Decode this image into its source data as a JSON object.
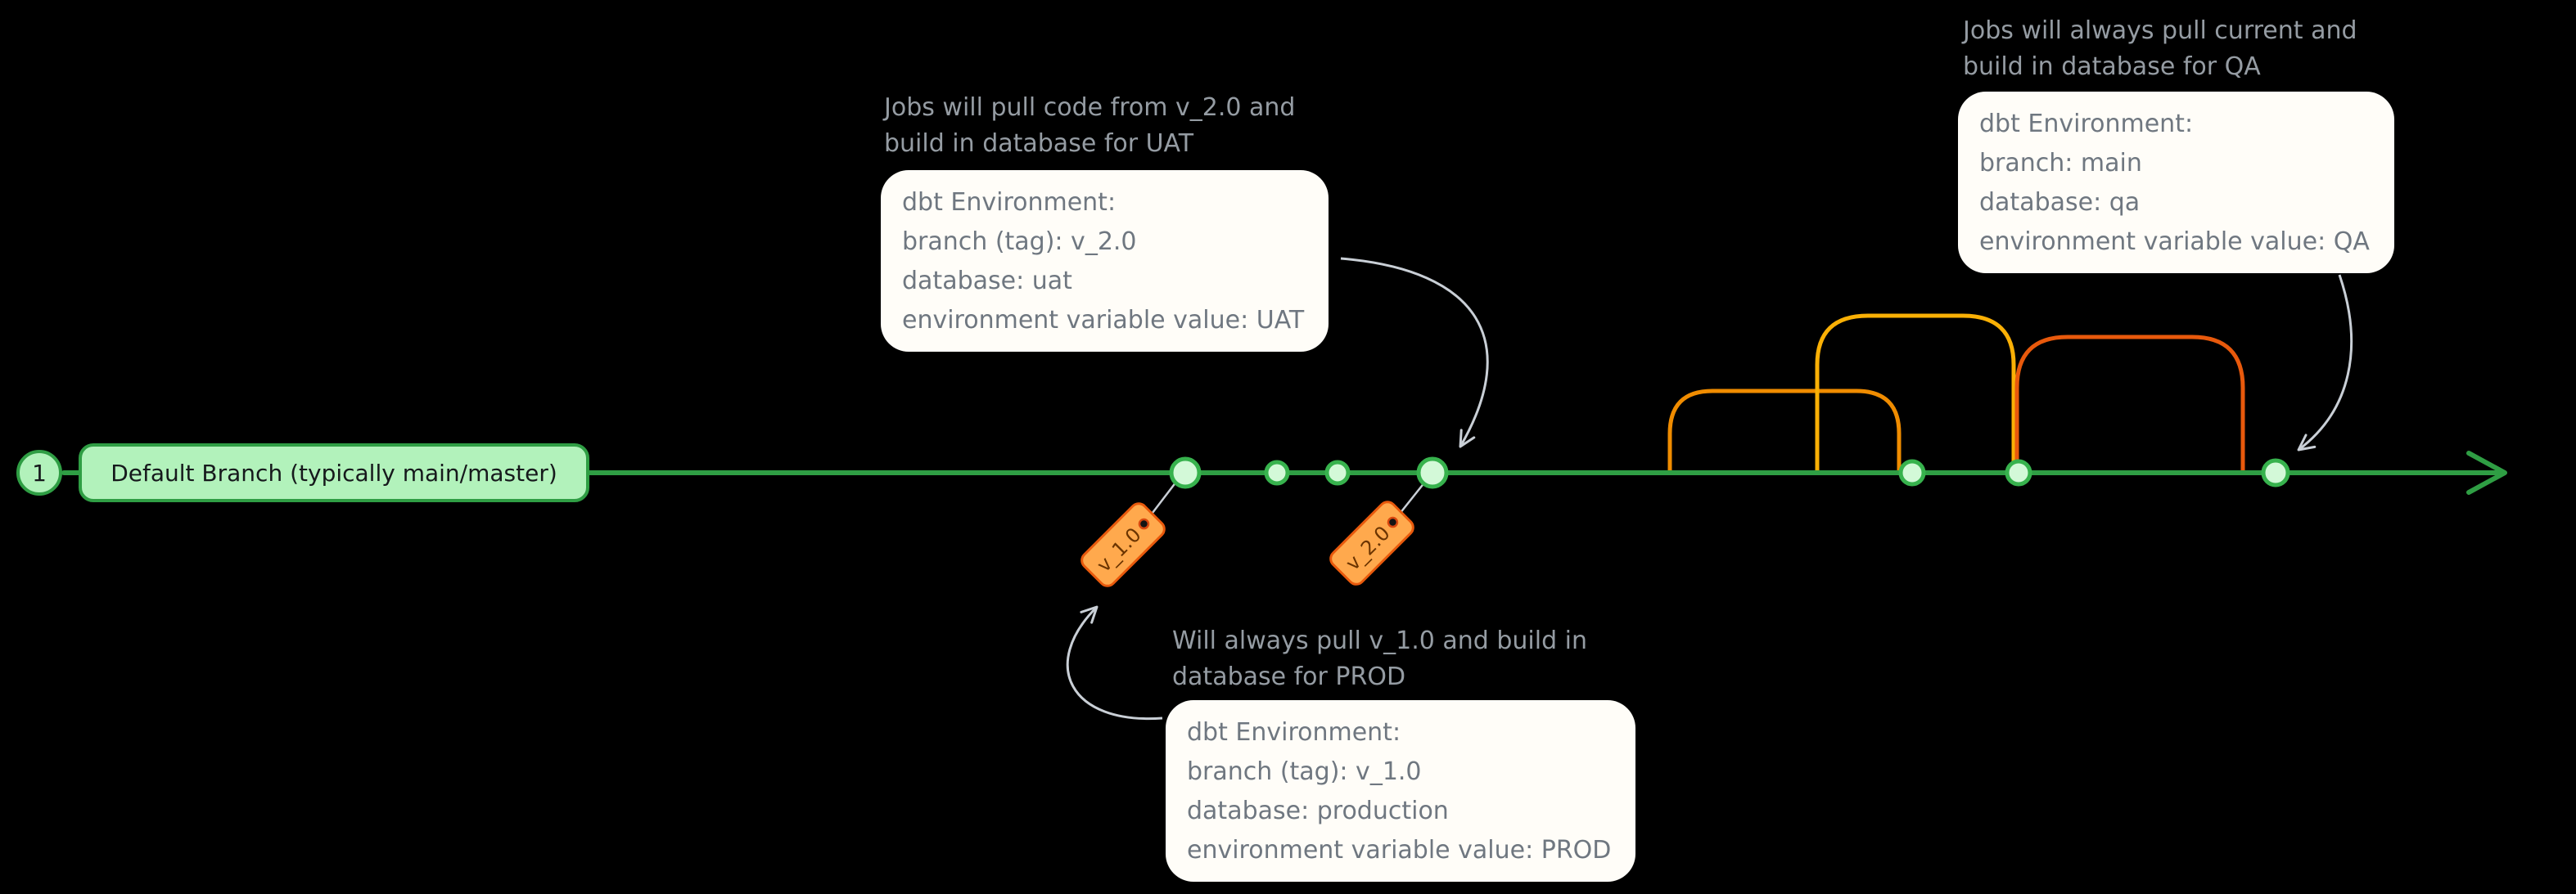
{
  "colors": {
    "background": "#000000",
    "timeline_green": "#2f9e44",
    "node_fill": "#d3f9d8",
    "branch_box_fill": "#b2f2bb",
    "tag_fill": "#ffa94d",
    "tag_border": "#e8590c",
    "arc_amber": "#f08c00",
    "arc_yellow": "#fab005",
    "arc_orange": "#e8590c",
    "callout_fill": "#fffdf8",
    "callout_text": "#6f7780",
    "caption_text": "#959ca3",
    "arrow_gray": "#c9cfd6"
  },
  "step_badge": "1",
  "default_branch_label": "Default Branch (typically main/master)",
  "tags": [
    {
      "label": "v_1.0"
    },
    {
      "label": "v_2.0"
    }
  ],
  "callouts": {
    "uat": {
      "title": [
        "Jobs will pull code from v_2.0 and",
        "build in database for UAT"
      ],
      "lines": [
        "dbt Environment:",
        "branch (tag): v_2.0",
        "database: uat",
        "environment variable value: UAT"
      ]
    },
    "qa": {
      "title": [
        "Jobs will always pull current and",
        "build in database for QA"
      ],
      "lines": [
        "dbt Environment:",
        "branch: main",
        "database: qa",
        "environment variable value: QA"
      ]
    },
    "prod": {
      "title": [
        "Will always pull v_1.0 and build in",
        "database for PROD"
      ],
      "lines": [
        "dbt Environment:",
        "branch (tag): v_1.0",
        "database: production",
        "environment variable value: PROD"
      ]
    }
  }
}
